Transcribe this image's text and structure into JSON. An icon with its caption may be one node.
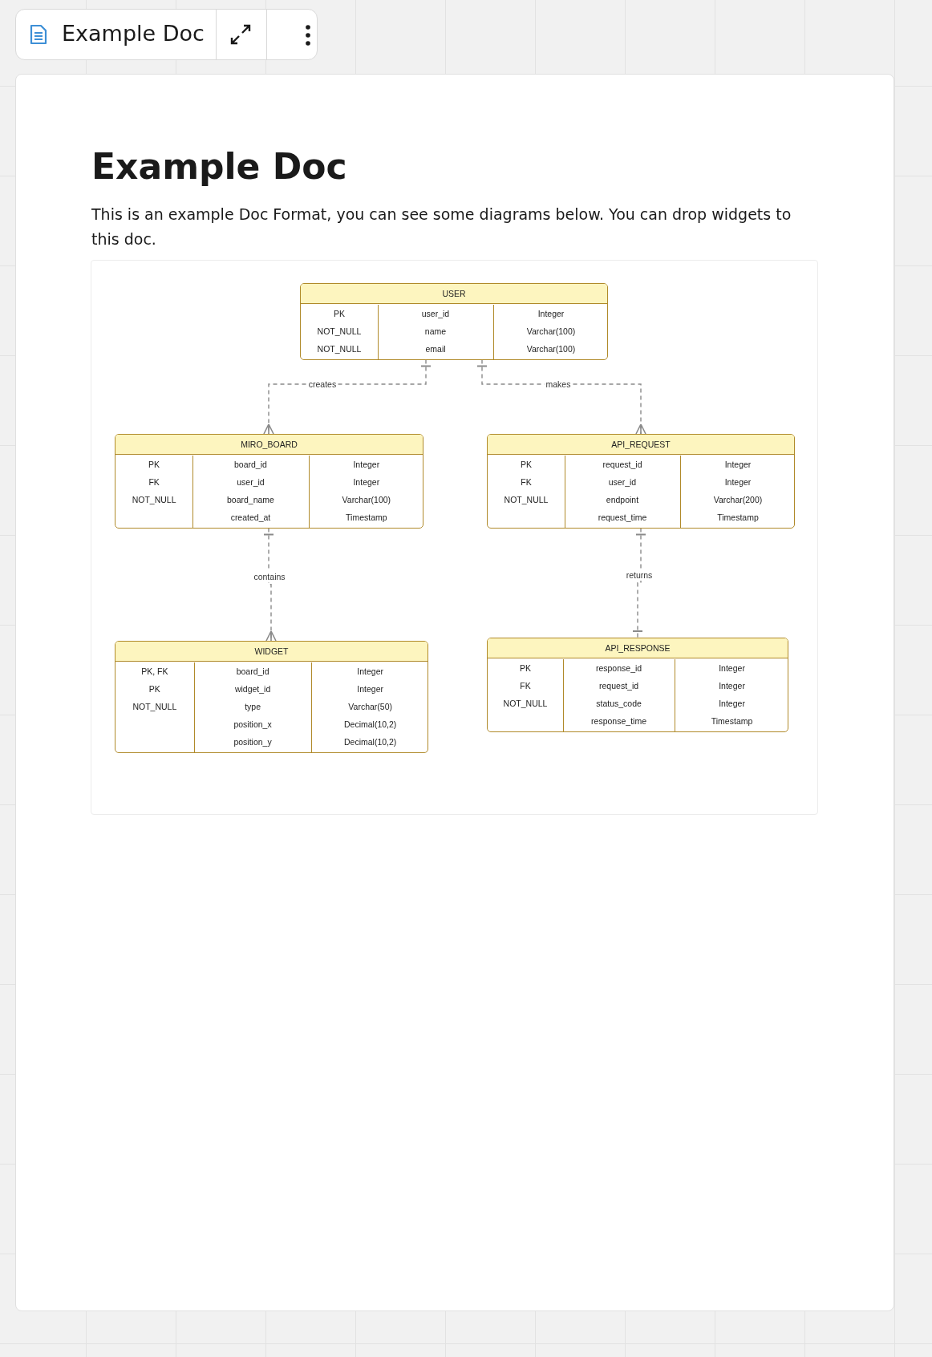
{
  "diagram": {
    "title": "Example Doc",
    "nodes": [
      {
        "text": [
          "USER",
          "PK user_id Integer",
          "NOT_NULL name Varchar(100)",
          "NOT_NULL email Varchar(100)"
        ]
      },
      {
        "text": [
          "MIRO_BOARD",
          "PK board_id Integer",
          "FK user_id Integer",
          "NOT_NULL board_name Varchar(100)",
          "created_at Timestamp"
        ]
      },
      {
        "text": [
          "API_REQUEST",
          "PK request_id Integer",
          "FK user_id Integer",
          "NOT_NULL endpoint Varchar(200)",
          "request_time Timestamp"
        ]
      },
      {
        "text": [
          "WIDGET",
          "PK, FK board_id Integer",
          "PK widget_id Integer",
          "NOT_NULL type Varchar(50)",
          "position_x Decimal(10,2)",
          "position_y Decimal(10,2)"
        ]
      },
      {
        "text": [
          "API_RESPONSE",
          "PK response_id Integer",
          "FK request_id Integer",
          "NOT_NULL status_code Integer",
          "response_time Timestamp"
        ]
      }
    ],
    "edges": [
      {
        "from": 0,
        "to": 1,
        "arrow": "other",
        "label": "creates",
        "style": "dashed"
      },
      {
        "from": 0,
        "to": 2,
        "arrow": "other",
        "label": "makes",
        "style": "dashed"
      },
      {
        "from": 1,
        "to": 3,
        "arrow": "other",
        "label": "contains",
        "style": "dashed"
      },
      {
        "from": 2,
        "to": 4,
        "arrow": "other",
        "label": "returns",
        "style": "dashed"
      }
    ],
    "labels": [
      "Example Doc",
      "This is an example Doc Format, you can see some diagrams below. You can drop widgets to this doc."
    ]
  }
}
